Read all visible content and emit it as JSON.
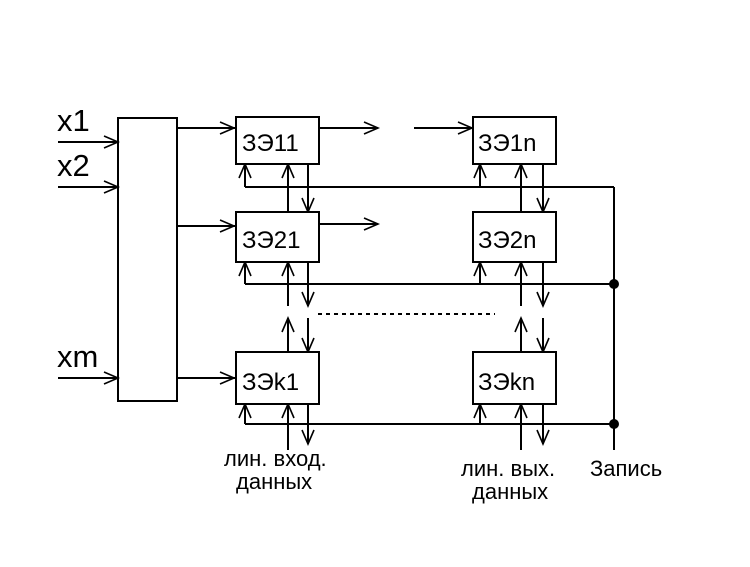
{
  "inputs": [
    "x1",
    "x2",
    "xm"
  ],
  "cells": {
    "r1c1": "ЗЭ11",
    "r1cn": "ЗЭ1n",
    "r2c1": "ЗЭ21",
    "r2cn": "ЗЭ2n",
    "rkc1": "ЗЭk1",
    "rkcn": "ЗЭkn"
  },
  "captions": {
    "input_data_line_1": "лин. вход.",
    "input_data_line_2": "данных",
    "output_data_line_1": "лин. вых.",
    "output_data_line_2": "данных",
    "write": "Запись"
  }
}
